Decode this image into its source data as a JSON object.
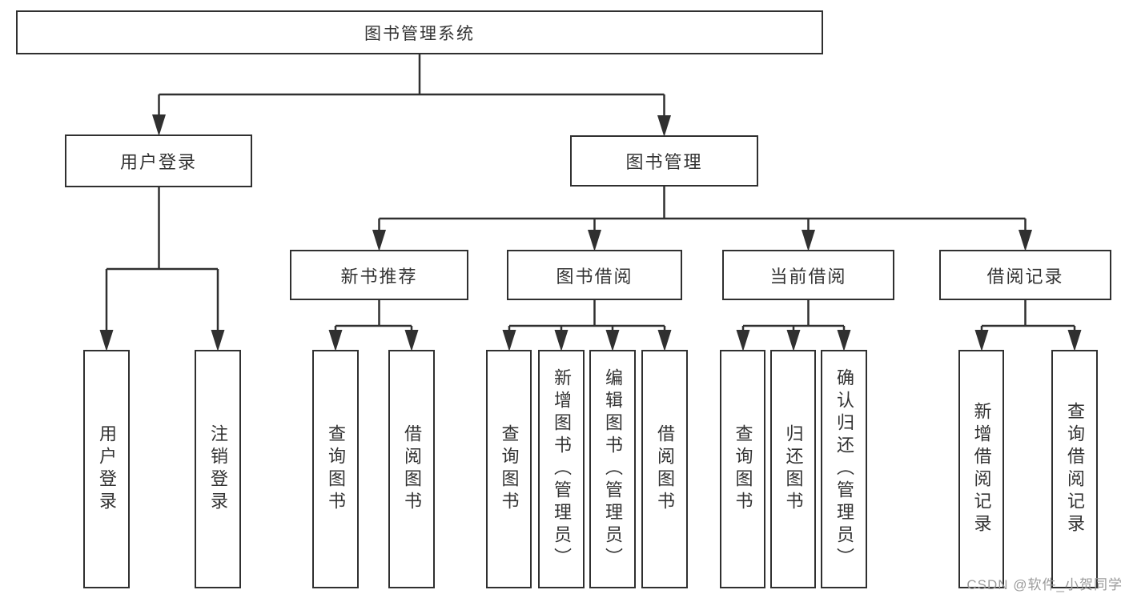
{
  "tree": {
    "label": "图书管理系统",
    "children": [
      {
        "label": "用户登录",
        "children": [
          {
            "label": "用户登录"
          },
          {
            "label": "注销登录"
          }
        ]
      },
      {
        "label": "图书管理",
        "children": [
          {
            "label": "新书推荐",
            "children": [
              {
                "label": "查询图书"
              },
              {
                "label": "借阅图书"
              }
            ]
          },
          {
            "label": "图书借阅",
            "children": [
              {
                "label": "查询图书"
              },
              {
                "label": "新增图书（管理员）"
              },
              {
                "label": "编辑图书（管理员）"
              },
              {
                "label": "借阅图书"
              }
            ]
          },
          {
            "label": "当前借阅",
            "children": [
              {
                "label": "查询图书"
              },
              {
                "label": "归还图书"
              },
              {
                "label": "确认归还（管理员）"
              }
            ]
          },
          {
            "label": "借阅记录",
            "children": [
              {
                "label": "新增借阅记录"
              },
              {
                "label": "查询借阅记录"
              }
            ]
          }
        ]
      }
    ]
  },
  "watermark": {
    "text": "CSDN @软件_小贺同学"
  },
  "colors": {
    "line": "#303030",
    "box_border": "#303030",
    "text": "#333333",
    "watermark": "#9b9b9b",
    "background": "#ffffff"
  }
}
